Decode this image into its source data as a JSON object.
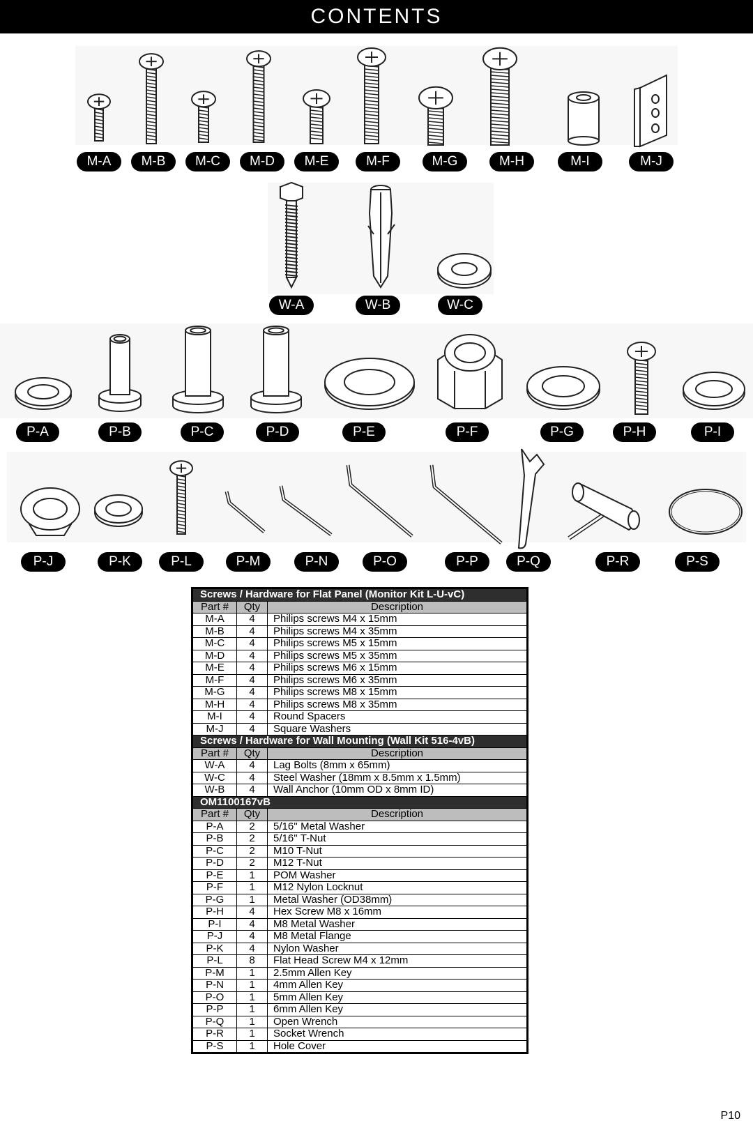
{
  "title": "CONTENTS",
  "parts_row1": [
    "M-A",
    "M-B",
    "M-C",
    "M-D",
    "M-E",
    "M-F",
    "M-G",
    "M-H",
    "M-I",
    "M-J"
  ],
  "parts_row2": [
    "W-A",
    "W-B",
    "W-C"
  ],
  "parts_row3": [
    "P-A",
    "P-B",
    "P-C",
    "P-D",
    "P-E",
    "P-F",
    "P-G",
    "P-H",
    "P-I"
  ],
  "parts_row4": [
    "P-J",
    "P-K",
    "P-L",
    "P-M",
    "P-N",
    "P-O",
    "P-P",
    "P-Q",
    "P-R",
    "P-S"
  ],
  "sections": [
    {
      "title": "Screws / Hardware for Flat Panel (Monitor Kit L-U-vC)",
      "headers": [
        "Part #",
        "Qty",
        "Description"
      ],
      "rows": [
        [
          "M-A",
          "4",
          "Philips screws M4 x 15mm"
        ],
        [
          "M-B",
          "4",
          "Philips screws M4 x 35mm"
        ],
        [
          "M-C",
          "4",
          "Philips screws M5 x 15mm"
        ],
        [
          "M-D",
          "4",
          "Philips screws M5 x 35mm"
        ],
        [
          "M-E",
          "4",
          "Philips screws M6 x 15mm"
        ],
        [
          "M-F",
          "4",
          "Philips screws M6 x 35mm"
        ],
        [
          "M-G",
          "4",
          "Philips screws M8 x 15mm"
        ],
        [
          "M-H",
          "4",
          "Philips screws M8 x 35mm"
        ],
        [
          "M-I",
          "4",
          "Round Spacers"
        ],
        [
          "M-J",
          "4",
          "Square Washers"
        ]
      ]
    },
    {
      "title": "Screws / Hardware for Wall Mounting (Wall Kit 516-4vB)",
      "headers": [
        "Part #",
        "Qty",
        "Description"
      ],
      "rows": [
        [
          "W-A",
          "4",
          "Lag Bolts (8mm x 65mm)"
        ],
        [
          "W-C",
          "4",
          "Steel Washer (18mm x 8.5mm x 1.5mm)"
        ],
        [
          "W-B",
          "4",
          "Wall Anchor (10mm OD x 8mm ID)"
        ]
      ]
    },
    {
      "title": "OM1100167vB",
      "headers": [
        "Part #",
        "Qty",
        "Description"
      ],
      "rows": [
        [
          "P-A",
          "2",
          "5/16'' Metal Washer"
        ],
        [
          "P-B",
          "2",
          "5/16'' T-Nut"
        ],
        [
          "P-C",
          "2",
          "M10 T-Nut"
        ],
        [
          "P-D",
          "2",
          "M12 T-Nut"
        ],
        [
          "P-E",
          "1",
          "POM Washer"
        ],
        [
          "P-F",
          "1",
          "M12 Nylon Locknut"
        ],
        [
          "P-G",
          "1",
          "Metal Washer (OD38mm)"
        ],
        [
          "P-H",
          "4",
          "Hex Screw M8 x 16mm"
        ],
        [
          "P-I",
          "4",
          "M8 Metal Washer"
        ],
        [
          "P-J",
          "4",
          "M8 Metal Flange"
        ],
        [
          "P-K",
          "4",
          "Nylon Washer"
        ],
        [
          "P-L",
          "8",
          "Flat Head Screw M4 x 12mm"
        ],
        [
          "P-M",
          "1",
          "2.5mm Allen Key"
        ],
        [
          "P-N",
          "1",
          "4mm Allen Key"
        ],
        [
          "P-O",
          "1",
          "5mm Allen Key"
        ],
        [
          "P-P",
          "1",
          "6mm Allen Key"
        ],
        [
          "P-Q",
          "1",
          "Open Wrench"
        ],
        [
          "P-R",
          "1",
          "Socket Wrench"
        ],
        [
          "P-S",
          "1",
          "Hole Cover"
        ]
      ]
    }
  ],
  "page_number": "P10"
}
